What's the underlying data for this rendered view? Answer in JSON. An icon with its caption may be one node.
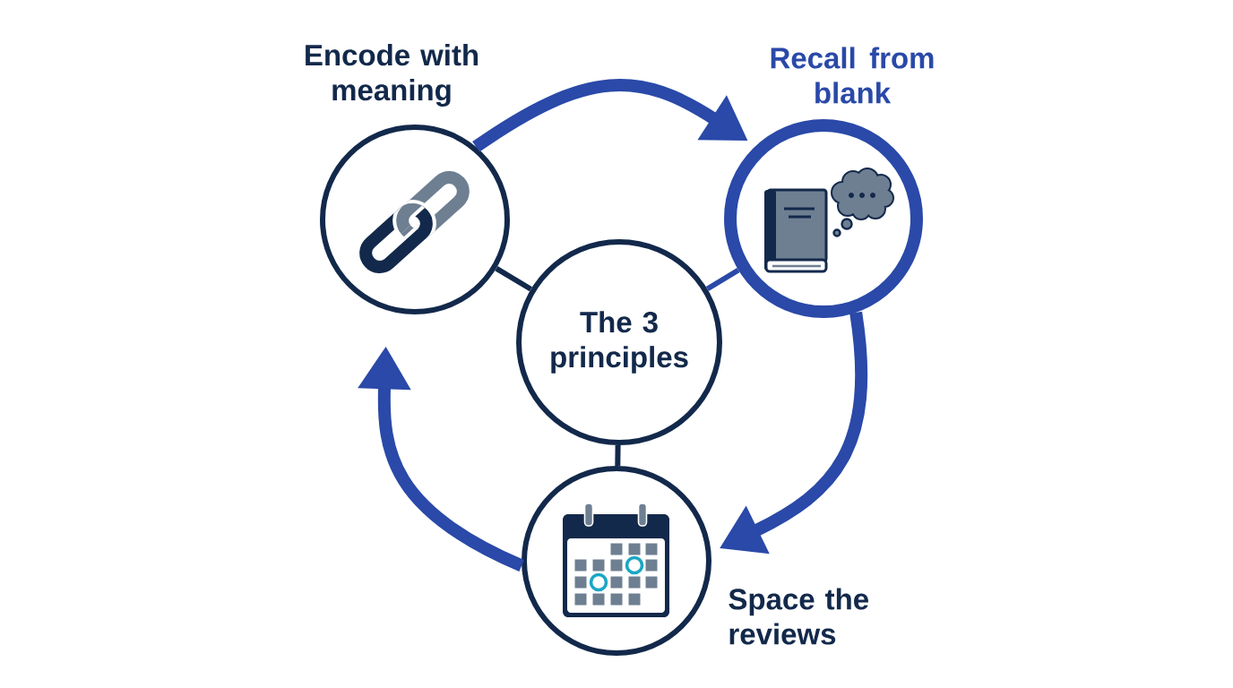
{
  "diagram": {
    "nodes": [
      {
        "text": [
          "Encode with meaning"
        ]
      },
      {
        "text": [
          "Recall from blank"
        ]
      },
      {
        "text": [
          "The 3 principles"
        ]
      },
      {
        "text": [
          "Space the reviews"
        ]
      }
    ],
    "edges": [
      {
        "from": 0,
        "to": 1,
        "arrow": "to",
        "style": "thick"
      },
      {
        "from": 1,
        "to": 3,
        "arrow": "to",
        "style": "thick"
      },
      {
        "from": 3,
        "to": 0,
        "arrow": "to",
        "style": "thick"
      },
      {
        "from": 2,
        "to": 0,
        "arrow": "none",
        "color": "#13294b"
      },
      {
        "from": 2,
        "to": 1,
        "arrow": "none"
      },
      {
        "from": 2,
        "to": 3,
        "arrow": "none",
        "color": "#13294b"
      }
    ]
  }
}
